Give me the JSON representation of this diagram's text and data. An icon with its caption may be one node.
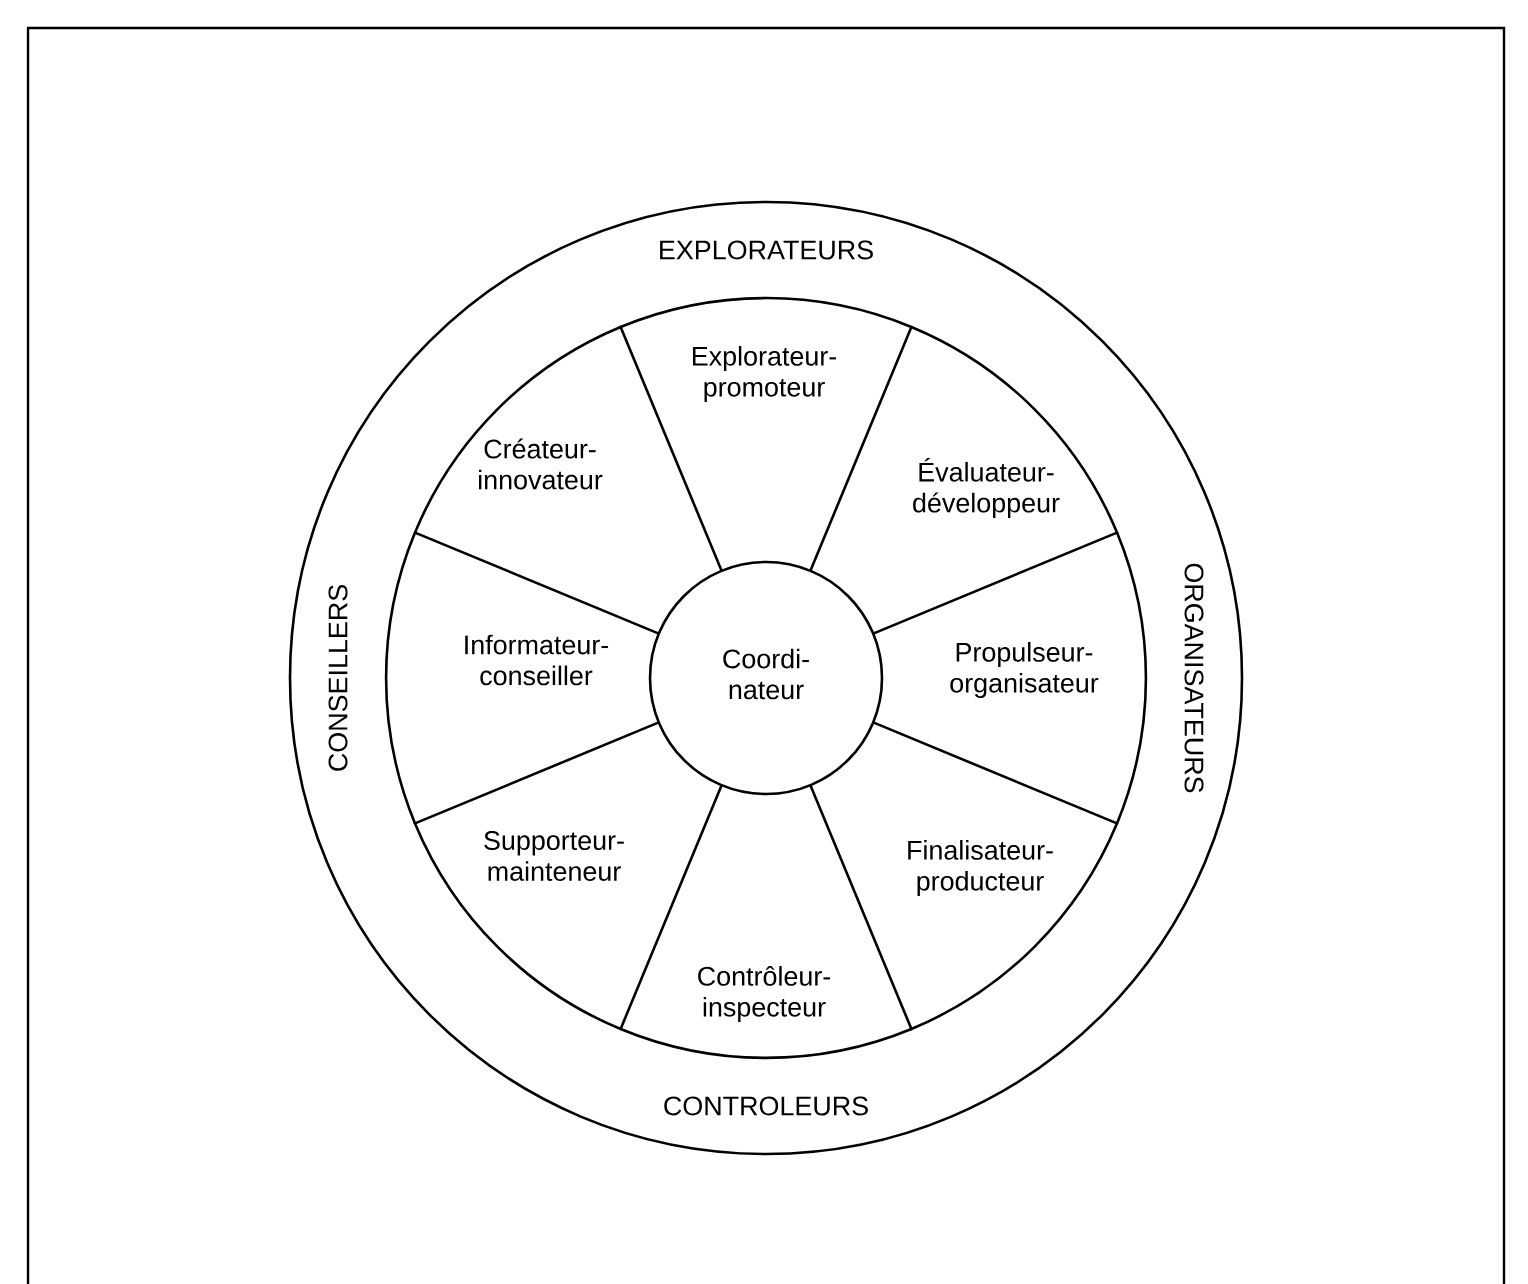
{
  "diagram": {
    "nodes": [
      {
        "text": [
          "EXPLORATEURS",
          "ORGANISATEURS",
          "CONTROLEURS",
          "CONSEILLERS"
        ]
      },
      {
        "text": [
          "Explorateur- promoteur"
        ],
        "in": 0
      },
      {
        "text": [
          "Évaluateur- développeur"
        ],
        "in": 0
      },
      {
        "text": [
          "Propulseur- organisateur"
        ],
        "in": 0
      },
      {
        "text": [
          "Finalisateur- producteur"
        ],
        "in": 0
      },
      {
        "text": [
          "Contrôleur- inspecteur"
        ],
        "in": 0
      },
      {
        "text": [
          "Supporteur- mainteneur"
        ],
        "in": 0
      },
      {
        "text": [
          "Informateur- conseiller"
        ],
        "in": 0
      },
      {
        "text": [
          "Créateur- innovateur"
        ],
        "in": 0
      },
      {
        "text": [
          "Coordi- nateur"
        ],
        "in": 0
      }
    ]
  }
}
